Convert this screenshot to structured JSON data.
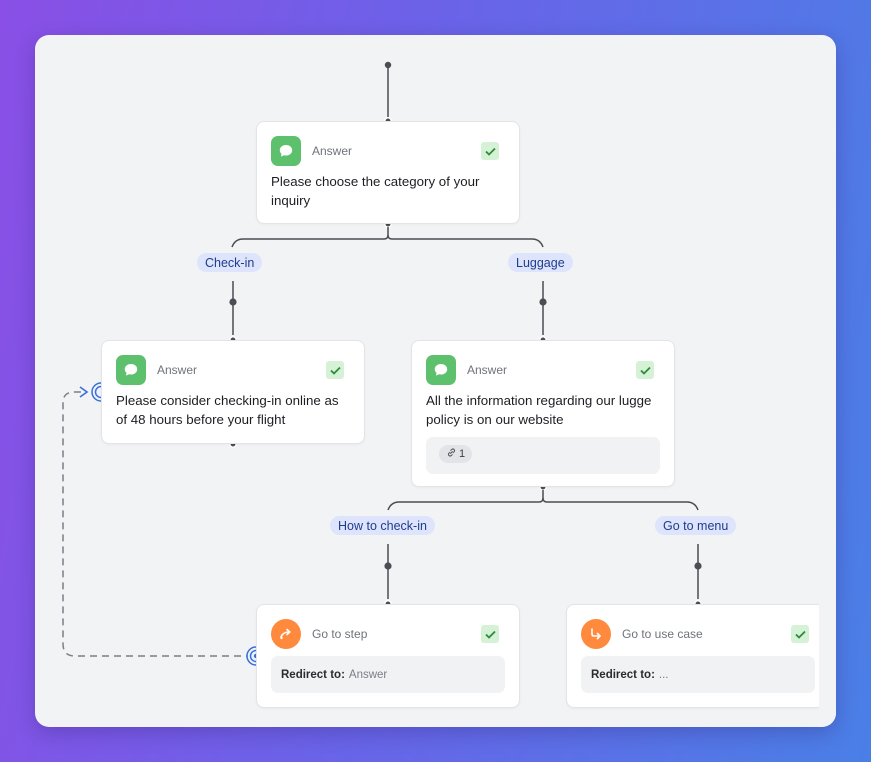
{
  "nodes": {
    "root": {
      "type_label": "Answer",
      "text": "Please choose the category of your inquiry",
      "icon": "chat-bubble-icon",
      "checked": true
    },
    "checkin": {
      "type_label": "Answer",
      "text": "Please consider checking-in online as of 48 hours before your flight",
      "icon": "chat-bubble-icon",
      "checked": true
    },
    "luggage": {
      "type_label": "Answer",
      "text": "All the information regarding our lugge policy is on our website",
      "icon": "chat-bubble-icon",
      "checked": true,
      "link_count": "1"
    },
    "goto_step": {
      "type_label": "Go to step",
      "redirect_label": "Redirect to:",
      "redirect_value": "Answer",
      "icon": "redirect-arrow-icon",
      "checked": true
    },
    "goto_usecase": {
      "type_label": "Go to use case",
      "redirect_label": "Redirect to:",
      "redirect_value": "...",
      "icon": "return-arrow-icon",
      "checked": true
    }
  },
  "branches": {
    "checkin": "Check-in",
    "luggage": "Luggage",
    "how_to_checkin": "How to check-in",
    "go_to_menu": "Go to menu"
  },
  "colors": {
    "answer_icon": "#5cc06c",
    "goto_icon": "#ff8a3d",
    "branch_pill_bg": "#dde4fb",
    "branch_pill_text": "#1d3d8f",
    "check_bg": "#d6f2d6",
    "loop_target": "#3b6fd8"
  }
}
